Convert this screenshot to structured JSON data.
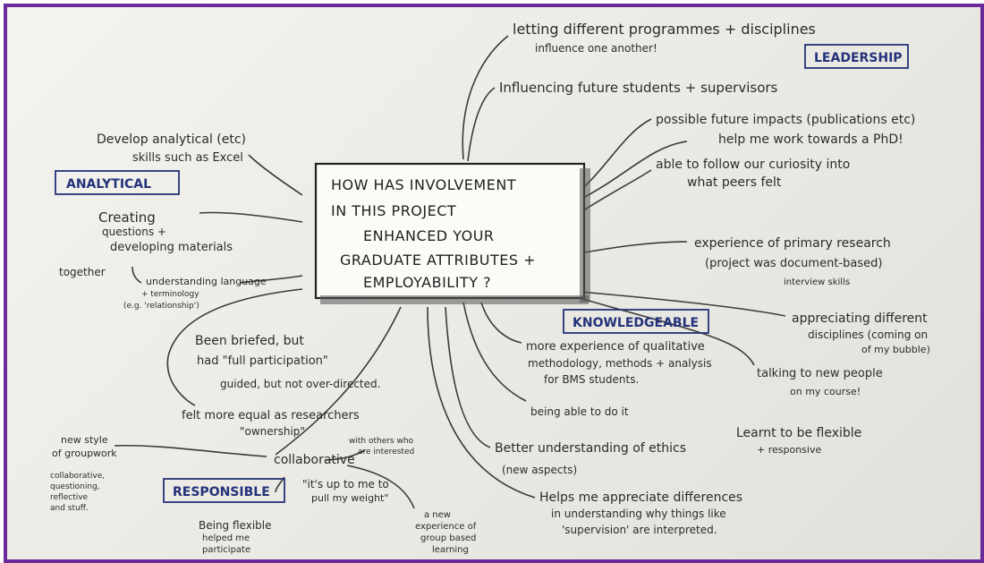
{
  "center_question": {
    "lines": [
      "HOW HAS INVOLVEMENT",
      "IN THIS PROJECT",
      "ENHANCED YOUR",
      "GRADUATE ATTRIBUTES +",
      "EMPLOYABILITY ?"
    ]
  },
  "categories": {
    "leadership": "LEADERSHIP",
    "analytical": "ANALYTICAL",
    "knowledgeable": "KNOWLEDGEABLE",
    "responsible": "RESPONSIBLE"
  },
  "notes": {
    "n1": "letting different programmes + disciplines",
    "n1b": "influence one another!",
    "n2": "Influencing future students + supervisors",
    "n3": "possible future impacts (publications etc)",
    "n4": "help me work towards a PhD!",
    "n5": "able to follow our curiosity into",
    "n5b": "what peers felt",
    "n6": "experience of primary research",
    "n6b": "(project was document-based)",
    "n6c": "interview skills",
    "n7": "appreciating different",
    "n7b": "disciplines (coming on",
    "n7c": "of my bubble)",
    "n8": "talking to new people",
    "n8b": "on my course!",
    "n9": "more experience of qualitative",
    "n9b": "methodology, methods + analysis",
    "n9c": "for BMS students.",
    "n10": "being able to do it",
    "n11": "Learnt to be flexible",
    "n11b": "+ responsive",
    "n12": "Better understanding of ethics",
    "n12b": "(new aspects)",
    "n13": "Helps me appreciate differences",
    "n13b": "in understanding why things like",
    "n13c": "'supervision' are interpreted.",
    "n14": "Develop analytical (etc)",
    "n14b": "skills such as Excel",
    "n15": "Creating",
    "n15b": "questions +",
    "n15c": "developing materials",
    "n16": "together",
    "n17": "understanding language",
    "n17b": "+ terminology",
    "n17c": "(e.g. 'relationship')",
    "n18": "Been briefed, but",
    "n18b": "had \"full participation\"",
    "n18c": "guided, but not over-directed.",
    "n19": "felt more equal as researchers",
    "n19b": "\"ownership\"",
    "n20": "new style",
    "n20b": "of groupwork",
    "n20c": "collaborative,",
    "n20d": "questioning,",
    "n20e": "reflective",
    "n20f": "and stuff.",
    "n21": "collaborative",
    "n22": "with others who",
    "n22b": "are interested",
    "n23": "\"it's up to me to",
    "n23b": "pull my weight\"",
    "n24": "a new",
    "n24b": "experience of",
    "n24c": "group based",
    "n24d": "learning",
    "n25": "Being flexible",
    "n25b": "helped me",
    "n25c": "participate"
  },
  "colors": {
    "frame": "#6a2a9a",
    "category_ink": "#23327a",
    "marker_ink": "#2b2b2b",
    "whiteboard": "#f1f0ec"
  }
}
